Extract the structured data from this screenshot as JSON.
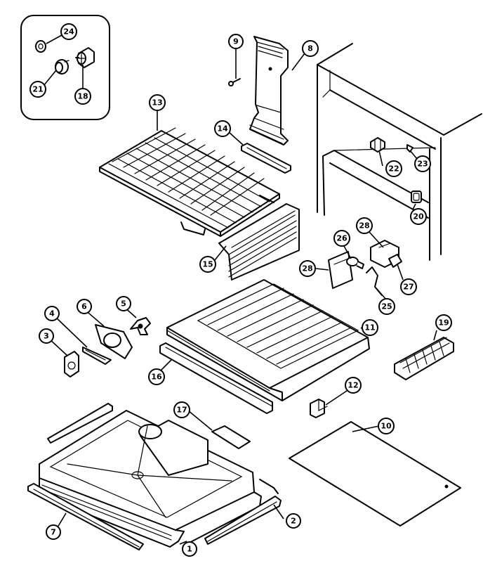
{
  "callouts": {
    "c1": "1",
    "c2": "2",
    "c3": "3",
    "c4": "4",
    "c5": "5",
    "c6": "6",
    "c7": "7",
    "c8": "8",
    "c9": "9",
    "c10": "10",
    "c11": "11",
    "c12": "12",
    "c13": "13",
    "c14": "14",
    "c15": "15",
    "c16": "16",
    "c17": "17",
    "c18": "18",
    "c19": "19",
    "c20": "20",
    "c21": "21",
    "c22": "22",
    "c23": "23",
    "c24": "24",
    "c25": "25",
    "c26": "26",
    "c27": "27",
    "c28a": "28",
    "c28b": "28"
  }
}
